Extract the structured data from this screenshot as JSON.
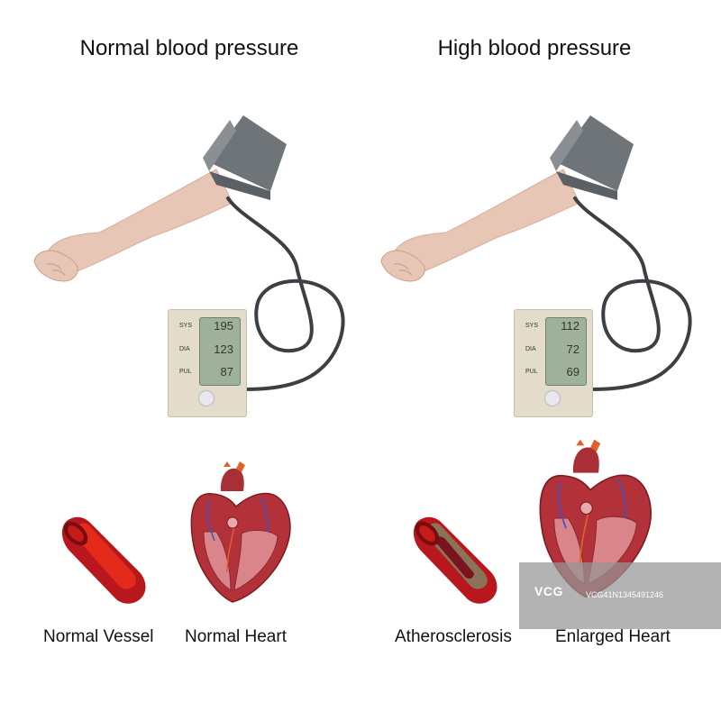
{
  "panels": [
    {
      "title": "Normal blood pressure",
      "monitor": {
        "readings": [
          {
            "label": "SYS",
            "value": "195"
          },
          {
            "label": "DIA",
            "value": "123"
          },
          {
            "label": "PUL",
            "value": "87"
          }
        ]
      },
      "captions": [
        "Normal Vessel",
        "Normal Heart"
      ]
    },
    {
      "title": "High blood pressure",
      "monitor": {
        "readings": [
          {
            "label": "SYS",
            "value": "112"
          },
          {
            "label": "DIA",
            "value": "72"
          },
          {
            "label": "PUL",
            "value": "69"
          }
        ]
      },
      "captions": [
        "Atherosclerosis",
        "Enlarged Heart"
      ]
    }
  ],
  "watermark": {
    "brand": "VCG",
    "id": "VCG41N1345491246"
  },
  "colors": {
    "skin": "#e8c6b5",
    "cuff": "#6f7478",
    "tube": "#3c3f44",
    "monitor_body": "#e4dccb",
    "monitor_screen": "#9fb19a",
    "vessel_wall": "#b8171e",
    "vessel_lumen": "#e42a1a",
    "plaque": "#8a7356",
    "heart": "#b3323a",
    "vein_blue": "#3f4fc9"
  }
}
